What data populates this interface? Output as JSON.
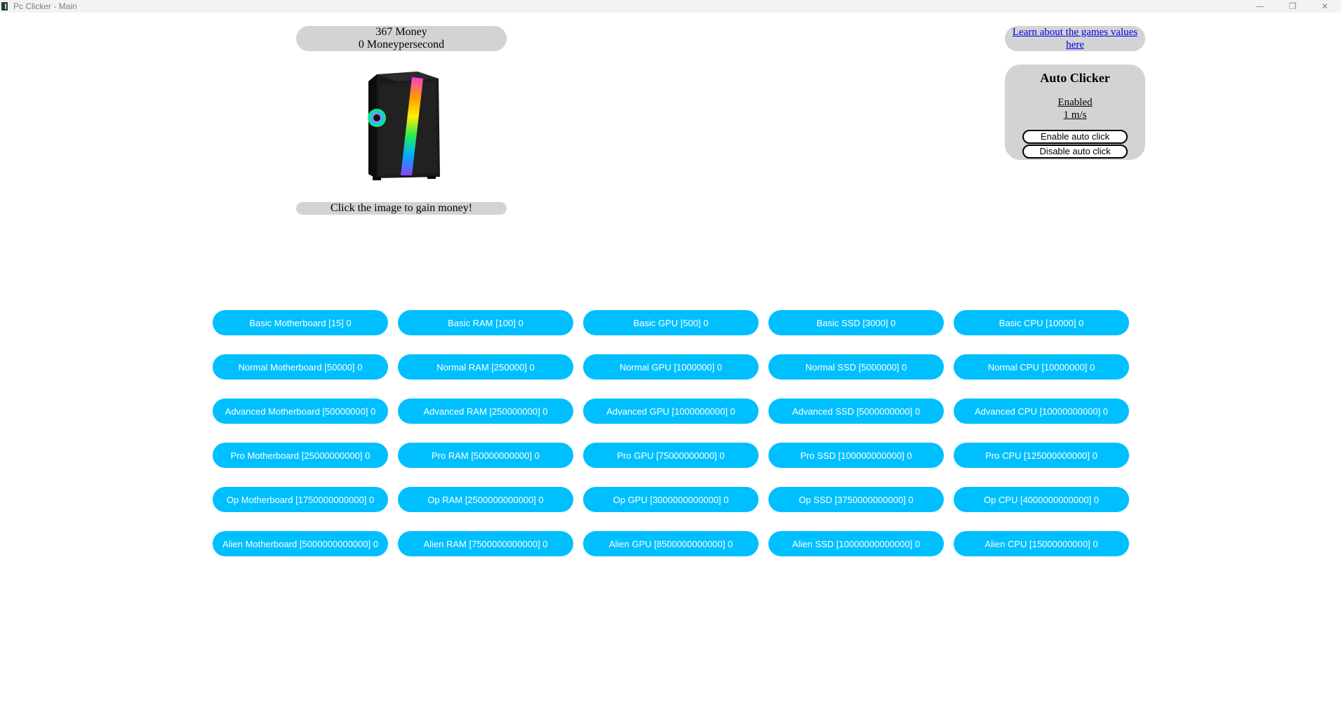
{
  "window": {
    "title": "Pc Clicker - Main",
    "controls": {
      "minimize": "—",
      "restore": "❐",
      "close": "✕"
    }
  },
  "stats": {
    "money": "367 Money",
    "money_per_second": "0 Moneypersecond"
  },
  "click_hint": "Click the image to gain money!",
  "learn_link": "Learn about the games values here",
  "auto_clicker": {
    "title": "Auto Clicker",
    "status": "Enabled",
    "rate": "1 m/s",
    "enable_label": "Enable auto click",
    "disable_label": "Disable auto click"
  },
  "colors": {
    "shop_button": "#00bfff",
    "panel": "#d3d3d3"
  },
  "shop": {
    "rows": [
      [
        "Basic Motherboard [15] 0",
        "Basic RAM [100] 0",
        "Basic GPU [500] 0",
        "Basic SSD [3000] 0",
        "Basic CPU [10000] 0"
      ],
      [
        "Normal Motherboard [50000] 0",
        "Normal RAM [250000] 0",
        "Normal GPU [1000000] 0",
        "Normal SSD [5000000] 0",
        "Normal CPU [10000000] 0"
      ],
      [
        "Advanced Motherboard [50000000] 0",
        "Advanced RAM [250000000] 0",
        "Advanced GPU [1000000000] 0",
        "Advanced SSD [5000000000] 0",
        "Advanced CPU [10000000000] 0"
      ],
      [
        "Pro Motherboard [25000000000] 0",
        "Pro RAM [50000000000] 0",
        "Pro GPU [75000000000] 0",
        "Pro SSD [100000000000] 0",
        "Pro CPU [125000000000] 0"
      ],
      [
        "Op Motherboard [1750000000000] 0",
        "Op RAM [2500000000000] 0",
        "Op GPU [3000000000000] 0",
        "Op SSD [3750000000000] 0",
        "Op CPU [4000000000000] 0"
      ],
      [
        "Alien Motherboard [5000000000000] 0",
        "Alien RAM [7500000000000] 0",
        "Alien GPU [8500000000000] 0",
        "Alien SSD [10000000000000] 0",
        "Alien CPU [15000000000] 0"
      ]
    ]
  }
}
